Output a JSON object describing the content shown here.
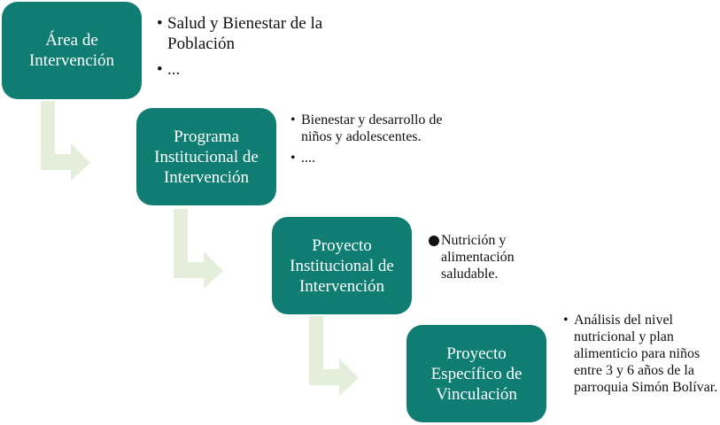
{
  "colors": {
    "box_fill": "#0f7d72",
    "arrow_fill": "#e4eedb",
    "text_on_box": "#ffffff"
  },
  "steps": [
    {
      "title": "Área de Intervención",
      "bullets": [
        "Salud y Bienestar de la Población",
        "..."
      ]
    },
    {
      "title": "Programa Institucional de Intervención",
      "bullets": [
        "Bienestar y desarrollo de niños y adolescentes.",
        "...."
      ]
    },
    {
      "title": "Proyecto Institucional de Intervención",
      "bullets": [
        "Nutrición y alimentación saludable."
      ]
    },
    {
      "title": "Proyecto Específico de Vinculación",
      "bullets": [
        "Análisis del nivel nutricional y plan alimenticio para niños entre 3 y 6 años de la parroquia Simón Bolívar."
      ]
    }
  ]
}
